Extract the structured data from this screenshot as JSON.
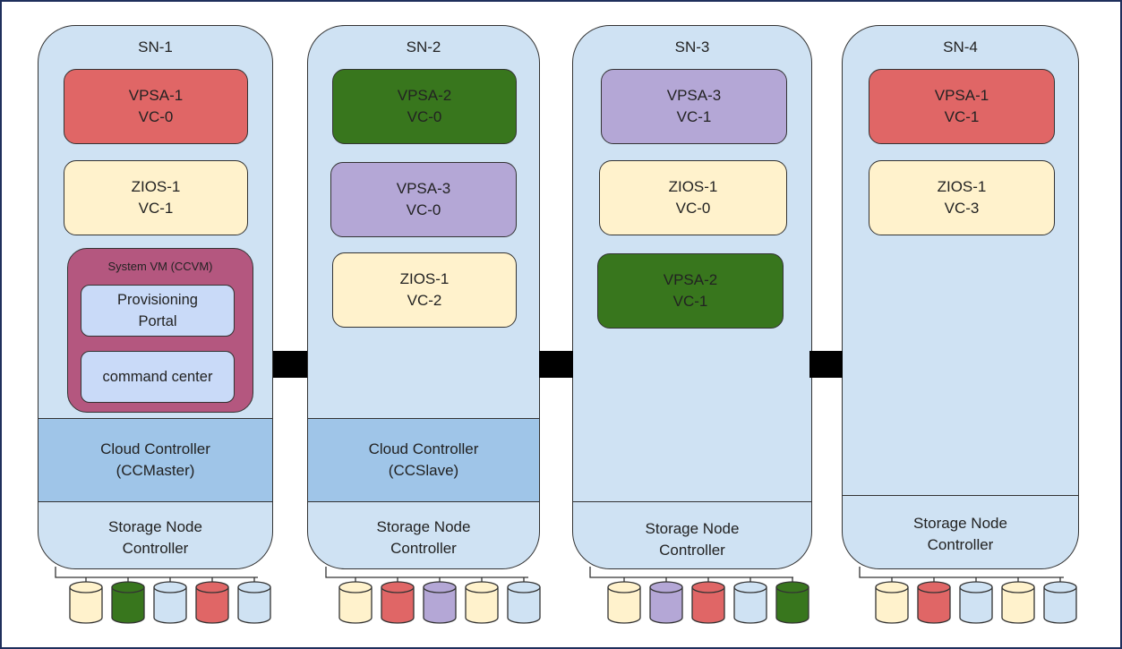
{
  "colors": {
    "node_bg": "#cfe2f3",
    "vpsa1": "#e06666",
    "vpsa2": "#38761d",
    "vpsa3": "#b4a7d6",
    "zios": "#fff2cc",
    "ccvm": "#b4577f",
    "cloud_controller": "#9fc5e8",
    "disk_light_blue": "#cfe2f3"
  },
  "nodes": [
    {
      "title": "SN-1",
      "vms": [
        {
          "line1": "VPSA-1",
          "line2": "VC-0",
          "color": "vpsa1"
        },
        {
          "line1": "ZIOS-1",
          "line2": "VC-1",
          "color": "zios"
        }
      ],
      "system_vm": {
        "title": "System VM (CCVM)",
        "portal_line1": "Provisioning",
        "portal_line2": "Portal",
        "command_center": "command center"
      },
      "cloud_controller": {
        "line1": "Cloud Controller",
        "line2": "(CCMaster)"
      },
      "controller": {
        "line1": "Storage Node",
        "line2": "Controller"
      },
      "disks": [
        "zios",
        "vpsa2",
        "disk_light_blue",
        "vpsa1",
        "disk_light_blue"
      ]
    },
    {
      "title": "SN-2",
      "vms": [
        {
          "line1": "VPSA-2",
          "line2": "VC-0",
          "color": "vpsa2"
        },
        {
          "line1": "VPSA-3",
          "line2": "VC-0",
          "color": "vpsa3"
        },
        {
          "line1": "ZIOS-1",
          "line2": "VC-2",
          "color": "zios"
        }
      ],
      "cloud_controller": {
        "line1": "Cloud Controller",
        "line2": "(CCSlave)"
      },
      "controller": {
        "line1": "Storage Node",
        "line2": "Controller"
      },
      "disks": [
        "zios",
        "vpsa1",
        "vpsa3",
        "zios",
        "disk_light_blue"
      ]
    },
    {
      "title": "SN-3",
      "vms": [
        {
          "line1": "VPSA-3",
          "line2": "VC-1",
          "color": "vpsa3"
        },
        {
          "line1": "ZIOS-1",
          "line2": "VC-0",
          "color": "zios"
        },
        {
          "line1": "VPSA-2",
          "line2": "VC-1",
          "color": "vpsa2"
        }
      ],
      "controller": {
        "line1": "Storage Node",
        "line2": "Controller"
      },
      "disks": [
        "zios",
        "vpsa3",
        "vpsa1",
        "disk_light_blue",
        "vpsa2"
      ]
    },
    {
      "title": "SN-4",
      "vms": [
        {
          "line1": "VPSA-1",
          "line2": "VC-1",
          "color": "vpsa1"
        },
        {
          "line1": "ZIOS-1",
          "line2": "VC-3",
          "color": "zios"
        }
      ],
      "controller": {
        "line1": "Storage Node",
        "line2": "Controller"
      },
      "disks": [
        "zios",
        "vpsa1",
        "disk_light_blue",
        "zios",
        "disk_light_blue"
      ]
    }
  ]
}
